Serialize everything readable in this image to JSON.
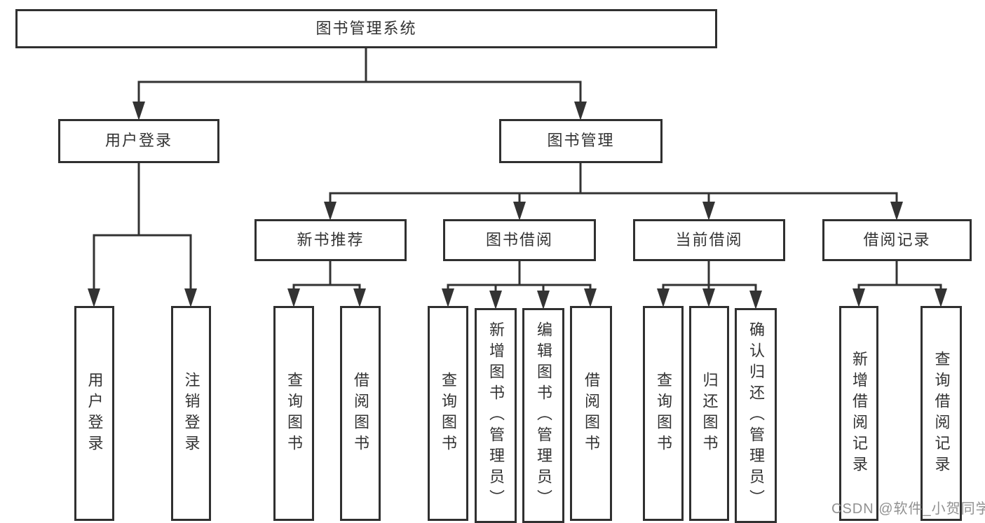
{
  "watermark": "CSDN @软件_小贺同学",
  "colors": {
    "line": "#333333",
    "box_border": "#303030",
    "text": "#333333",
    "watermark": "#919191"
  },
  "root": {
    "label": "图书管理系统"
  },
  "level2": {
    "user_login": {
      "label": "用户登录"
    },
    "book_mgmt": {
      "label": "图书管理"
    }
  },
  "level3": {
    "new_book_rec": {
      "label": "新书推荐"
    },
    "book_borrow": {
      "label": "图书借阅"
    },
    "current_borrow": {
      "label": "当前借阅"
    },
    "borrow_record": {
      "label": "借阅记录"
    }
  },
  "leaves": {
    "user_login_leaf": {
      "label": "用户登录"
    },
    "logout_leaf": {
      "label": "注销登录"
    },
    "query_book_under_rec": {
      "label": "查询图书"
    },
    "borrow_book_under_rec": {
      "label": "借阅图书"
    },
    "query_book_under_borrow": {
      "label": "查询图书"
    },
    "add_book_admin": {
      "label": "新增图书（管理员）"
    },
    "edit_book_admin": {
      "label": "编辑图书（管理员）"
    },
    "borrow_book_under_borrow": {
      "label": "借阅图书"
    },
    "query_book_under_current": {
      "label": "查询图书"
    },
    "return_book": {
      "label": "归还图书"
    },
    "confirm_return_admin": {
      "label": "确认归还（管理员）"
    },
    "add_borrow_record": {
      "label": "新增借阅记录"
    },
    "query_borrow_record": {
      "label": "查询借阅记录"
    }
  }
}
